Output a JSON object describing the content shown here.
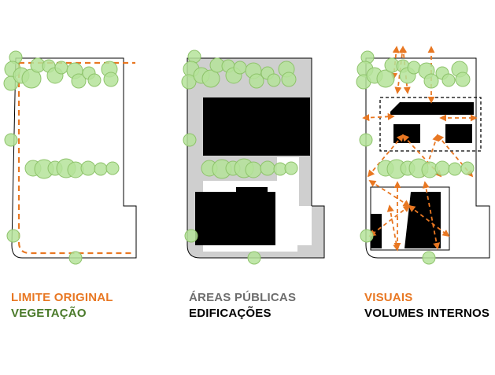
{
  "panels": [
    {
      "line1": "LIMITE ORIGINAL",
      "line1_color": "#e87722",
      "line2": "VEGETAÇÃO",
      "line2_color": "#4a7a2a"
    },
    {
      "line1": "ÁREAS PÚBLICAS",
      "line1_color": "#6d6d6d",
      "line2": "EDIFICAÇÕES",
      "line2_color": "#000000"
    },
    {
      "line1": "VISUAIS",
      "line1_color": "#e87722",
      "line2": "VOLUMES INTERNOS",
      "line2_color": "#000000"
    }
  ],
  "colors": {
    "tree_fill": "#b5e39a",
    "tree_stroke": "#8ec36b",
    "dashed_line": "#e87722",
    "public_area": "#cfcfcf",
    "building": "#000000",
    "site_outline": "#000000"
  }
}
